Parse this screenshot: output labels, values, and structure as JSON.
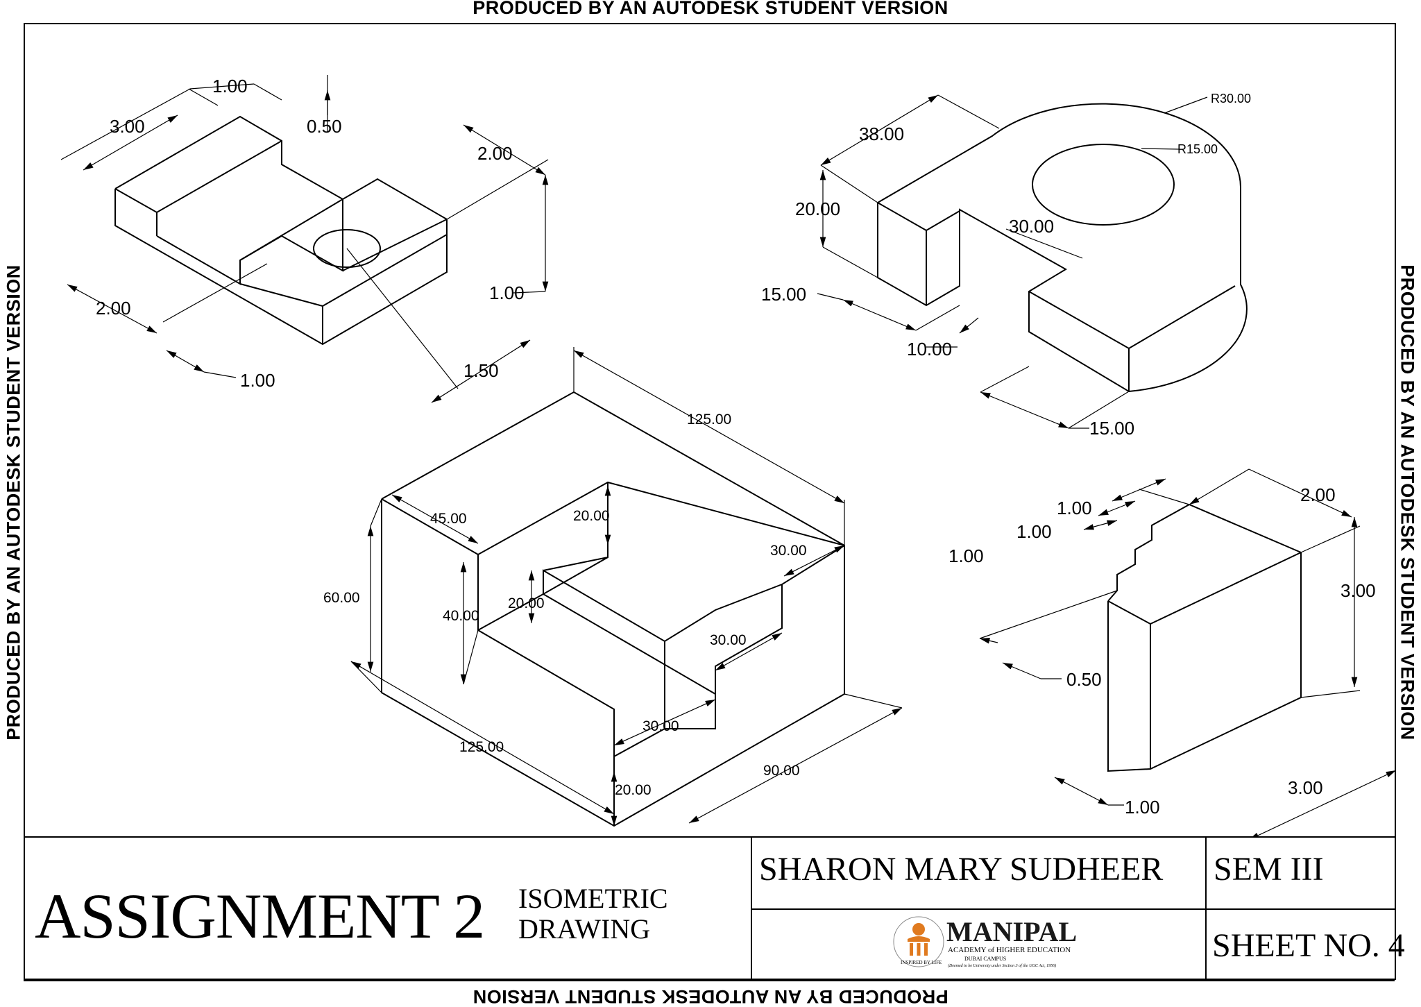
{
  "watermark": "PRODUCED BY AN AUTODESK STUDENT VERSION",
  "title_block": {
    "assignment": "ASSIGNMENT 2",
    "subtitle_line1": "ISOMETRIC",
    "subtitle_line2": "DRAWING",
    "student_name": "SHARON MARY SUDHEER",
    "semester": "SEM III",
    "sheet_no": "SHEET NO. 4"
  },
  "logo": {
    "name": "MANIPAL",
    "line1": "ACADEMY of HIGHER EDUCATION",
    "line2": "DUBAI CAMPUS",
    "line3": "(Deemed to be University under Section 3 of the UGC Act, 1956)",
    "tagline": "INSPIRED BY LIFE"
  },
  "figures": {
    "top_left": {
      "dims": [
        "1.00",
        "3.00",
        "0.50",
        "2.00",
        "1.00",
        "2.00",
        "1.00",
        "1.50"
      ]
    },
    "top_right": {
      "dims": [
        "R30.00",
        "38.00",
        "R15.00",
        "20.00",
        "30.00",
        "15.00",
        "10.00",
        "15.00"
      ]
    },
    "center": {
      "dims": [
        "125.00",
        "45.00",
        "20.00",
        "30.00",
        "60.00",
        "40.00",
        "20.00",
        "30.00",
        "30.00",
        "125.00",
        "90.00",
        "20.00"
      ]
    },
    "bottom_right": {
      "dims": [
        "1.00",
        "1.00",
        "1.00",
        "2.00",
        "3.00",
        "0.50",
        "3.00",
        "1.00"
      ]
    }
  },
  "colors": {
    "line": "#000000",
    "background": "#ffffff",
    "logo_accent": "#e07a1f"
  }
}
